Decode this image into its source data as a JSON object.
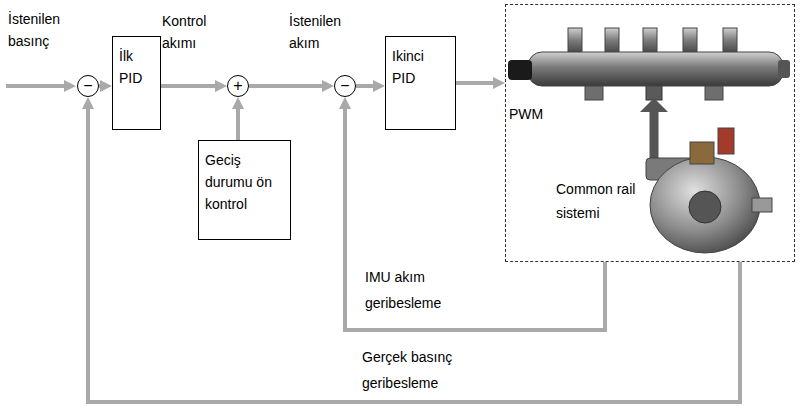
{
  "diagram": {
    "nodes": [
      {
        "text": [
          "−"
        ]
      },
      {
        "text": [
          "İlk PID"
        ]
      },
      {
        "text": [
          "+"
        ]
      },
      {
        "text": [
          "Geciş durumu ön kontrol"
        ]
      },
      {
        "text": [
          "−"
        ]
      },
      {
        "text": [
          "Ikinci PID"
        ]
      },
      {
        "text": [
          "Common rail sistemi"
        ]
      }
    ],
    "edges": [
      {
        "from": 0,
        "to": 1,
        "arrow": "to"
      },
      {
        "from": 1,
        "to": 2,
        "label": "Kontrol akımı",
        "arrow": "to"
      },
      {
        "from": 3,
        "to": 2,
        "arrow": "to"
      },
      {
        "from": 2,
        "to": 4,
        "label": "İstenilen akım",
        "arrow": "to"
      },
      {
        "from": 4,
        "to": 5,
        "arrow": "to"
      },
      {
        "from": 5,
        "to": 6,
        "label": "PWM",
        "arrow": "to"
      },
      {
        "from": 6,
        "to": 4,
        "label": "IMU akım geribesleme",
        "arrow": "to"
      },
      {
        "from": 6,
        "to": 0,
        "label": "Gerçek basınç geribesleme",
        "arrow": "to"
      }
    ],
    "labels": [
      "İstenilen basınç"
    ]
  }
}
